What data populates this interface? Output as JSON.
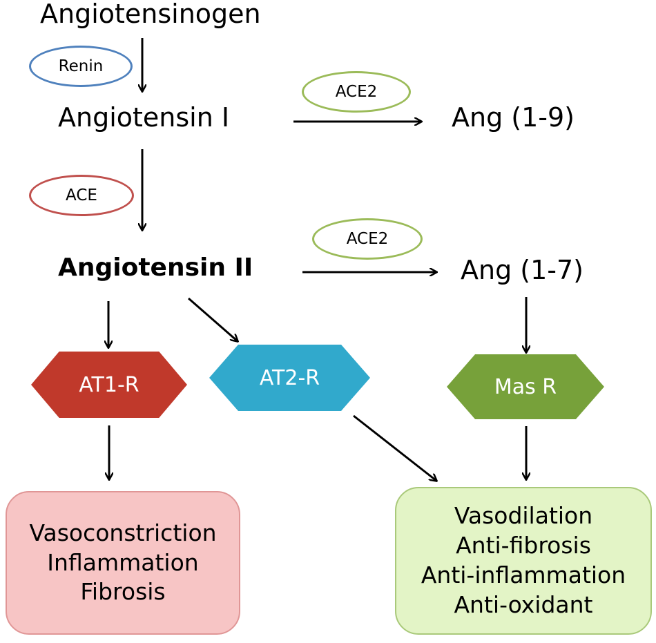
{
  "nodes": {
    "angiotensinogen": "Angiotensinogen",
    "angiotensin_i": "Angiotensin I",
    "ang_1_9": "Ang (1-9)",
    "angiotensin_ii": "Angiotensin II",
    "ang_1_7": "Ang (1-7)"
  },
  "enzymes": {
    "renin": "Renin",
    "ace": "ACE",
    "ace2_top": "ACE2",
    "ace2_bottom": "ACE2"
  },
  "receptors": {
    "at1r": "AT1-R",
    "at2r": "AT2-R",
    "masr": "Mas R"
  },
  "outcomes": {
    "harmful": [
      "Vasoconstriction",
      "Inflammation",
      "Fibrosis"
    ],
    "protective": [
      "Vasodilation",
      "Anti-fibrosis",
      "Anti-inflammation",
      "Anti-oxidant"
    ]
  },
  "colors": {
    "renin_border": "#4f81bd",
    "ace_border": "#c0504d",
    "ace2_border": "#9bbb59",
    "at1r_fill": "#c0392b",
    "at2r_fill": "#31a9cc",
    "masr_fill": "#77a13a",
    "harmful_box": "#f7c5c5",
    "protective_box": "#e3f4c6"
  }
}
